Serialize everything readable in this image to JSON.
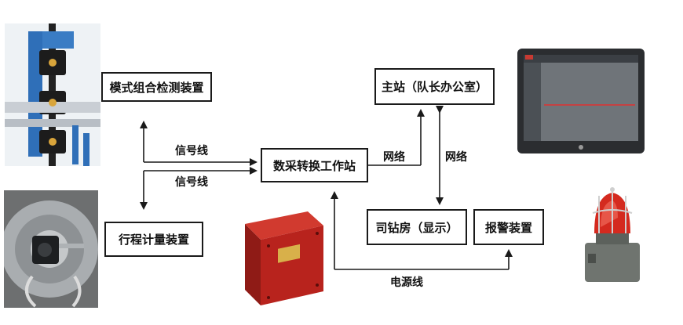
{
  "nodes": {
    "module_detector": "模式组合检测装置",
    "stroke_meter": "行程计量装置",
    "acquisition_station": "数采转换工作站",
    "master_station": "主站（队长办公室）",
    "driller_cabin": "司钻房（显示）",
    "alarm_device": "报警装置"
  },
  "edge_labels": {
    "signal_line_top": "信号线",
    "signal_line_bottom": "信号线",
    "network_left": "网络",
    "network_right": "网络",
    "power_line": "电源线"
  },
  "photos": {
    "detector_photo": "sensor-assembly-photo",
    "meter_photo": "encoder-wheel-photo",
    "monitor_photo": "monitor-screen-photo",
    "cabinet_photo": "explosion-proof-box-photo",
    "alarm_photo": "alarm-beacon-photo"
  },
  "colors": {
    "line": "#1a1a1a",
    "cabinet_red": "#b8231d",
    "beacon_red": "#d42a1f"
  }
}
